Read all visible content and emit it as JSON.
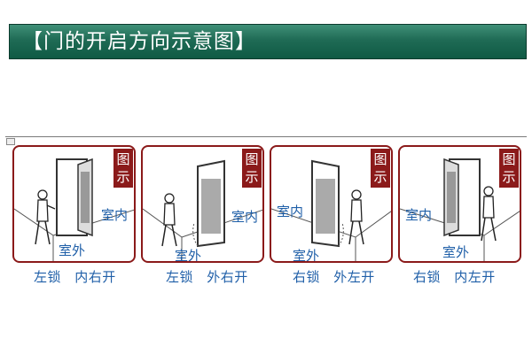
{
  "title": "【门的开启方向示意图】",
  "badge": {
    "line1": "图",
    "line2": "示"
  },
  "panels": [
    {
      "inside": "室内",
      "outside": "室外",
      "lock": "左锁",
      "opening": "内右开"
    },
    {
      "inside": "室内",
      "outside": "室外",
      "lock": "左锁",
      "opening": "外右开"
    },
    {
      "inside": "室内",
      "outside": "室外",
      "lock": "右锁",
      "opening": "外左开"
    },
    {
      "inside": "室内",
      "outside": "室外",
      "lock": "右锁",
      "opening": "内左开"
    }
  ],
  "colors": {
    "banner": "#1f6b55",
    "frame": "#8b1a1a",
    "label": "#1f5fa8"
  }
}
